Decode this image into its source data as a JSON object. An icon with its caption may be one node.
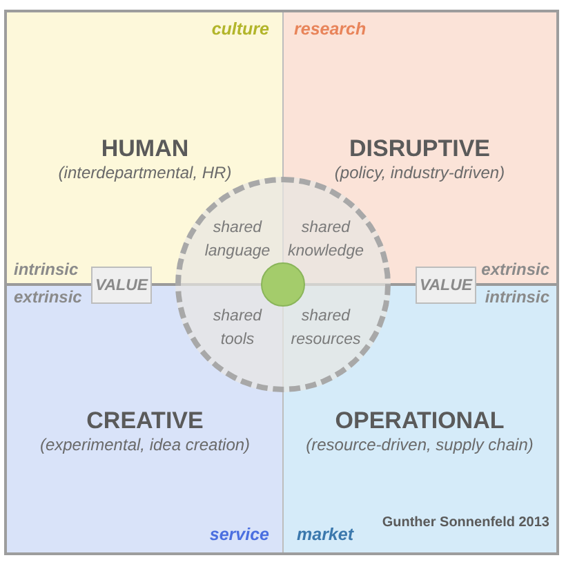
{
  "diagram": {
    "nodes": [
      {
        "text": [
          "culture",
          "HUMAN",
          "(interdepartmental, HR)"
        ]
      },
      {
        "text": [
          "research",
          "DISRUPTIVE",
          "(policy, industry-driven)"
        ]
      },
      {
        "text": [
          "VALUE"
        ]
      },
      {
        "text": [
          "shared language",
          "shared knowledge",
          "shared tools",
          "shared resources"
        ]
      },
      {
        "text": [],
        "shape": "circle",
        "in": 3
      },
      {
        "text": [
          "VALUE"
        ]
      },
      {
        "text": [
          "CREATIVE",
          "(experimental, idea creation)",
          "service"
        ]
      },
      {
        "text": [
          "OPERATIONAL",
          "(resource-driven, supply chain)",
          "market"
        ]
      }
    ],
    "labels": [
      "intrinsic",
      "extrinsic",
      "extrinsic",
      "intrinsic",
      "Gunther Sonnenfeld 2013"
    ]
  }
}
